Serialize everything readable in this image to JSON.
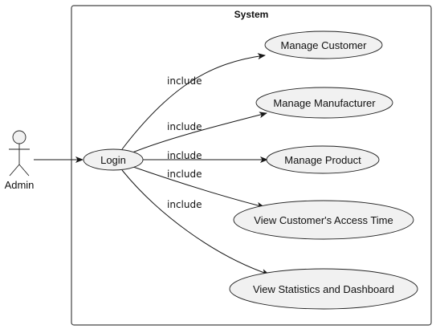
{
  "system": {
    "title": "System"
  },
  "actor": {
    "name": "Admin"
  },
  "usecases": {
    "login": "Login",
    "manage_customer": "Manage Customer",
    "manage_manufacturer": "Manage Manufacturer",
    "manage_product": "Manage Product",
    "view_access_time": "View Customer's Access Time",
    "view_statistics": "View Statistics and Dashboard"
  },
  "relations": {
    "include_customer": "include",
    "include_manufacturer": "include",
    "include_product": "include",
    "include_access_time": "include",
    "include_statistics": "include"
  },
  "colors": {
    "usecase_fill": "#f1f1f1",
    "line": "#181818"
  }
}
